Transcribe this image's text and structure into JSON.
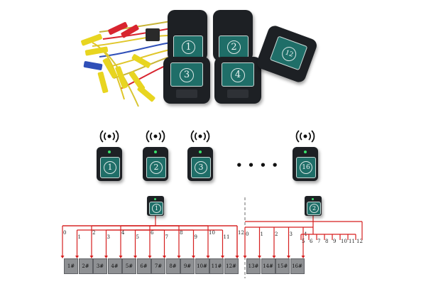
{
  "modules_photo": {
    "boxes": [
      "1",
      "2",
      "3",
      "4",
      "12"
    ]
  },
  "wireless_modules": {
    "items": [
      "1",
      "2",
      "3",
      "16"
    ],
    "ellipsis": "• • • •"
  },
  "receivers": {
    "items": [
      "1",
      "2"
    ]
  },
  "channel_labels": {
    "left": [
      "0",
      "1",
      "2",
      "3",
      "4",
      "5",
      "6",
      "7",
      "8",
      "9",
      "10",
      "11",
      "12"
    ],
    "right": [
      "0",
      "1",
      "2",
      "3",
      "4",
      "5",
      "6",
      "7",
      "8",
      "9",
      "10",
      "11",
      "12"
    ]
  },
  "batteries": {
    "left": [
      "1#",
      "2#",
      "3#",
      "4#",
      "5#",
      "6#",
      "7#",
      "8#",
      "9#",
      "10#",
      "11#",
      "12#"
    ],
    "right": [
      "13#",
      "14#",
      "15#",
      "16#"
    ]
  },
  "colors": {
    "module_body": "#1d2024",
    "label_teal": "#1f6e68",
    "wire_red": "#d61f1f",
    "battery_gray": "#8e9093",
    "clip_yellow": "#e8d520",
    "clip_red": "#d8242f",
    "clip_blue": "#2f4fb8"
  }
}
